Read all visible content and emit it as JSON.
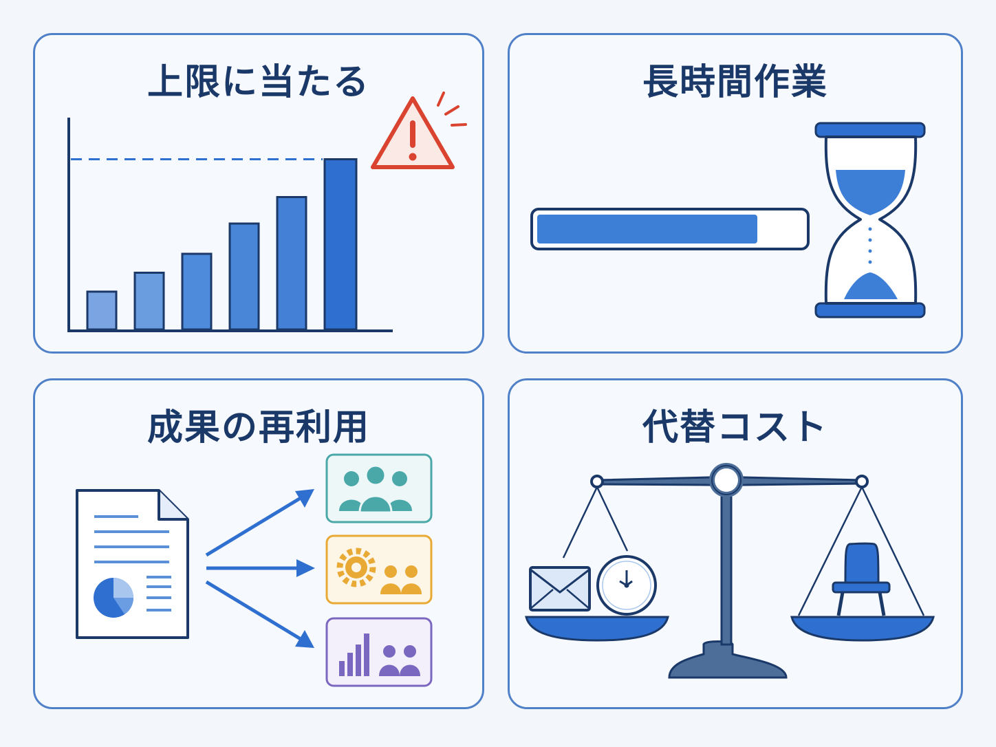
{
  "panels": [
    {
      "title": "上限に当たる",
      "icon": "rising-bar-chart-with-limit-warning"
    },
    {
      "title": "長時間作業",
      "icon": "progress-bar-and-hourglass"
    },
    {
      "title": "成果の再利用",
      "icon": "document-reused-by-groups"
    },
    {
      "title": "代替コスト",
      "icon": "balance-scale"
    }
  ],
  "chart_data": {
    "type": "bar",
    "values": [
      1.0,
      1.5,
      2.0,
      2.8,
      3.5,
      4.5
    ],
    "limit": 4.5,
    "ylim": [
      0,
      5.6
    ],
    "limit_line": "dashed"
  },
  "progress": {
    "fraction": 0.83
  },
  "colors": {
    "accent": "#2e6fcf",
    "navy": "#1a3868",
    "border": "#4f80c8",
    "warning": "#d9432f",
    "teal": "#4aa8a8",
    "amber": "#e8a935",
    "purple": "#7a67c0"
  }
}
